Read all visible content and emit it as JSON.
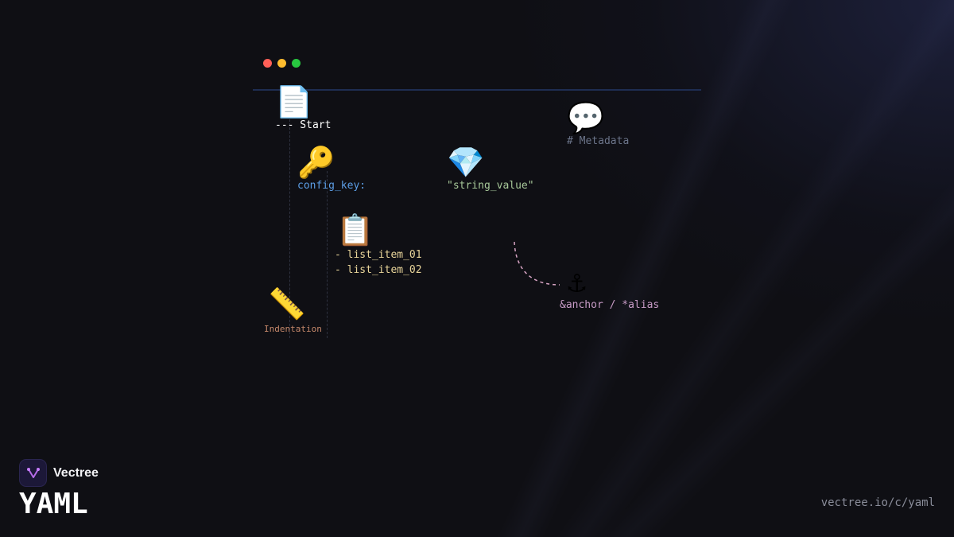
{
  "window": {
    "controls": [
      "close",
      "minimize",
      "maximize"
    ]
  },
  "nodes": {
    "start": {
      "icon": "📄",
      "icon_name": "document-icon",
      "label": "--- Start",
      "color": "#ffffff"
    },
    "config_key": {
      "icon": "🔑",
      "icon_name": "key-icon",
      "label": "config_key:",
      "color": "#5c9ee6"
    },
    "string_value": {
      "icon": "💎",
      "icon_name": "gem-icon",
      "label": "\"string_value\"",
      "color": "#a8c99a"
    },
    "metadata": {
      "icon": "💬",
      "icon_name": "speech-bubble-icon",
      "label": "# Metadata",
      "color": "#6b7489"
    },
    "list": {
      "icon": "📋",
      "icon_name": "clipboard-icon",
      "items": [
        "- list_item_01",
        "- list_item_02"
      ],
      "color": "#e9d59a"
    },
    "indentation": {
      "icon": "📏",
      "icon_name": "ruler-icon",
      "label": "Indentation",
      "color": "#c4876a"
    },
    "anchor": {
      "icon": "⚓",
      "icon_name": "anchor-icon",
      "label": "&anchor / *alias",
      "color": "#c79bc6"
    }
  },
  "brand": {
    "name": "Vectree",
    "title": "YAML",
    "url": "vectree.io/c/yaml"
  },
  "colors": {
    "background": "#0f0f14",
    "connector": "#d8a4c4"
  }
}
